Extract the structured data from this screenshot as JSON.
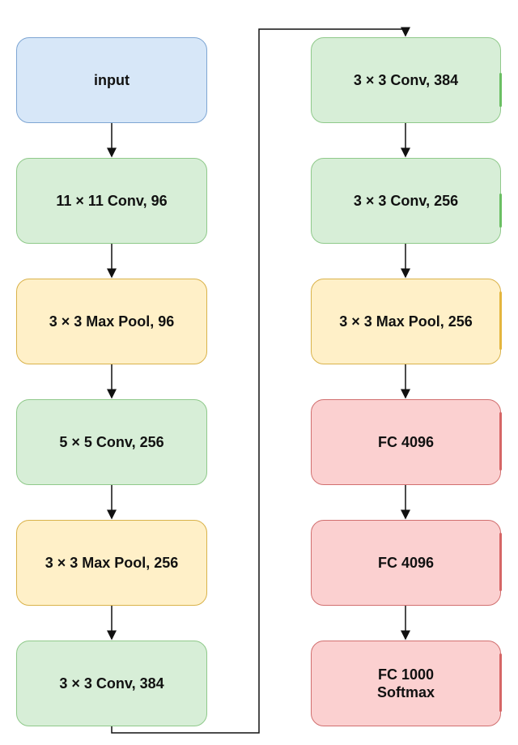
{
  "diagram": {
    "nodes": [
      {
        "label": "input",
        "kind": "input"
      },
      {
        "label": "11 × 11 Conv, 96",
        "kind": "conv"
      },
      {
        "label": "3 × 3 Max Pool, 96",
        "kind": "pool"
      },
      {
        "label": "5 × 5 Conv, 256",
        "kind": "conv"
      },
      {
        "label": "3 × 3 Max Pool, 256",
        "kind": "pool"
      },
      {
        "label": "3 × 3 Conv, 384",
        "kind": "conv"
      },
      {
        "label": "3 × 3 Conv, 384",
        "kind": "conv"
      },
      {
        "label": "3 × 3 Conv, 256",
        "kind": "conv"
      },
      {
        "label": "3 × 3 Max Pool, 256",
        "kind": "pool"
      },
      {
        "label": "FC 4096",
        "kind": "fc"
      },
      {
        "label": "FC 4096",
        "kind": "fc"
      },
      {
        "label": "FC 1000\nSoftmax",
        "kind": "fc"
      }
    ],
    "colors": {
      "input_fill": "#d7e7f8",
      "input_border": "#7ea6d3",
      "conv_fill": "#d7eed7",
      "conv_border": "#8fc98a",
      "pool_fill": "#fff0c8",
      "pool_border": "#d9b24a",
      "fc_fill": "#fbd0d0",
      "fc_border": "#d16f6f",
      "connector": "#111111"
    },
    "icons": {
      "arrowhead": "arrowhead-icon"
    }
  }
}
